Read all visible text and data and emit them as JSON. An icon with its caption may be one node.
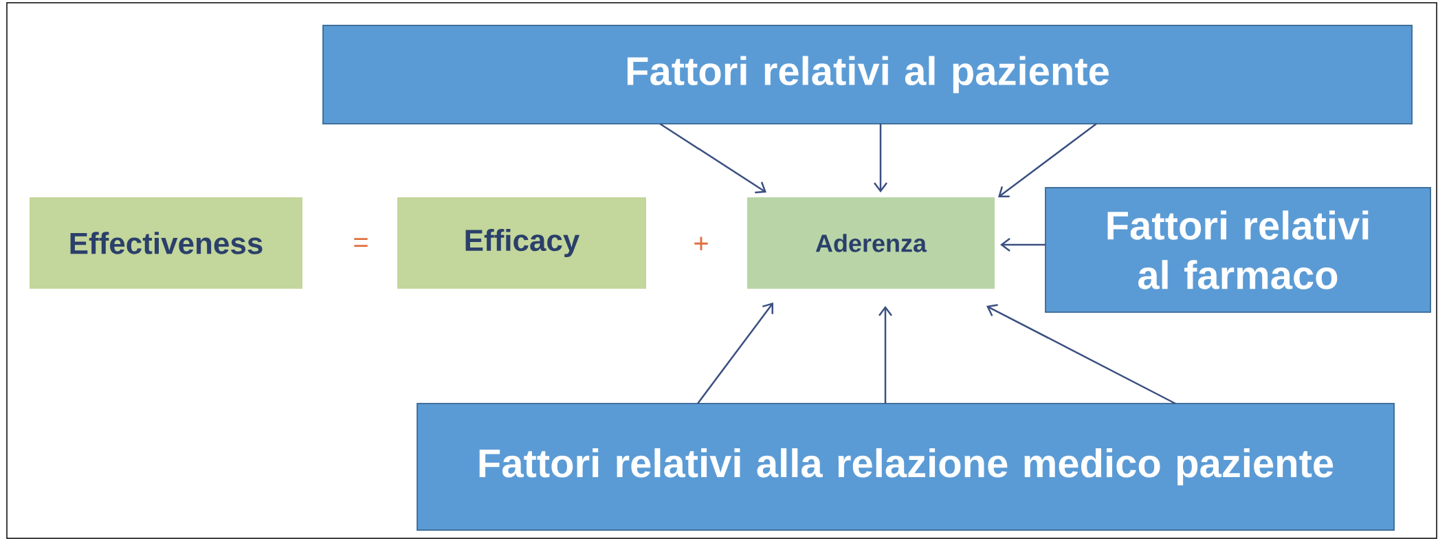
{
  "diagram": {
    "nodes": [
      {
        "text": [
          "Fattori relativi al paziente"
        ]
      },
      {
        "text": [
          "Effectiveness"
        ]
      },
      {
        "text": [
          "Efficacy"
        ]
      },
      {
        "text": [
          "Aderenza"
        ]
      },
      {
        "text": [
          "Fattori relativi al farmaco"
        ]
      },
      {
        "text": [
          "Fattori relativi alla relazione medico paziente"
        ]
      }
    ],
    "edges": [
      {
        "from": 0,
        "to": 3,
        "arrow": "to"
      },
      {
        "from": 0,
        "to": 3,
        "arrow": "to"
      },
      {
        "from": 0,
        "to": 3,
        "arrow": "to"
      },
      {
        "from": 4,
        "to": 3,
        "arrow": "to"
      },
      {
        "from": 5,
        "to": 3,
        "arrow": "to"
      },
      {
        "from": 5,
        "to": 3,
        "arrow": "to"
      },
      {
        "from": 5,
        "to": 3,
        "arrow": "to"
      }
    ],
    "labels": [
      "=",
      "+"
    ]
  }
}
